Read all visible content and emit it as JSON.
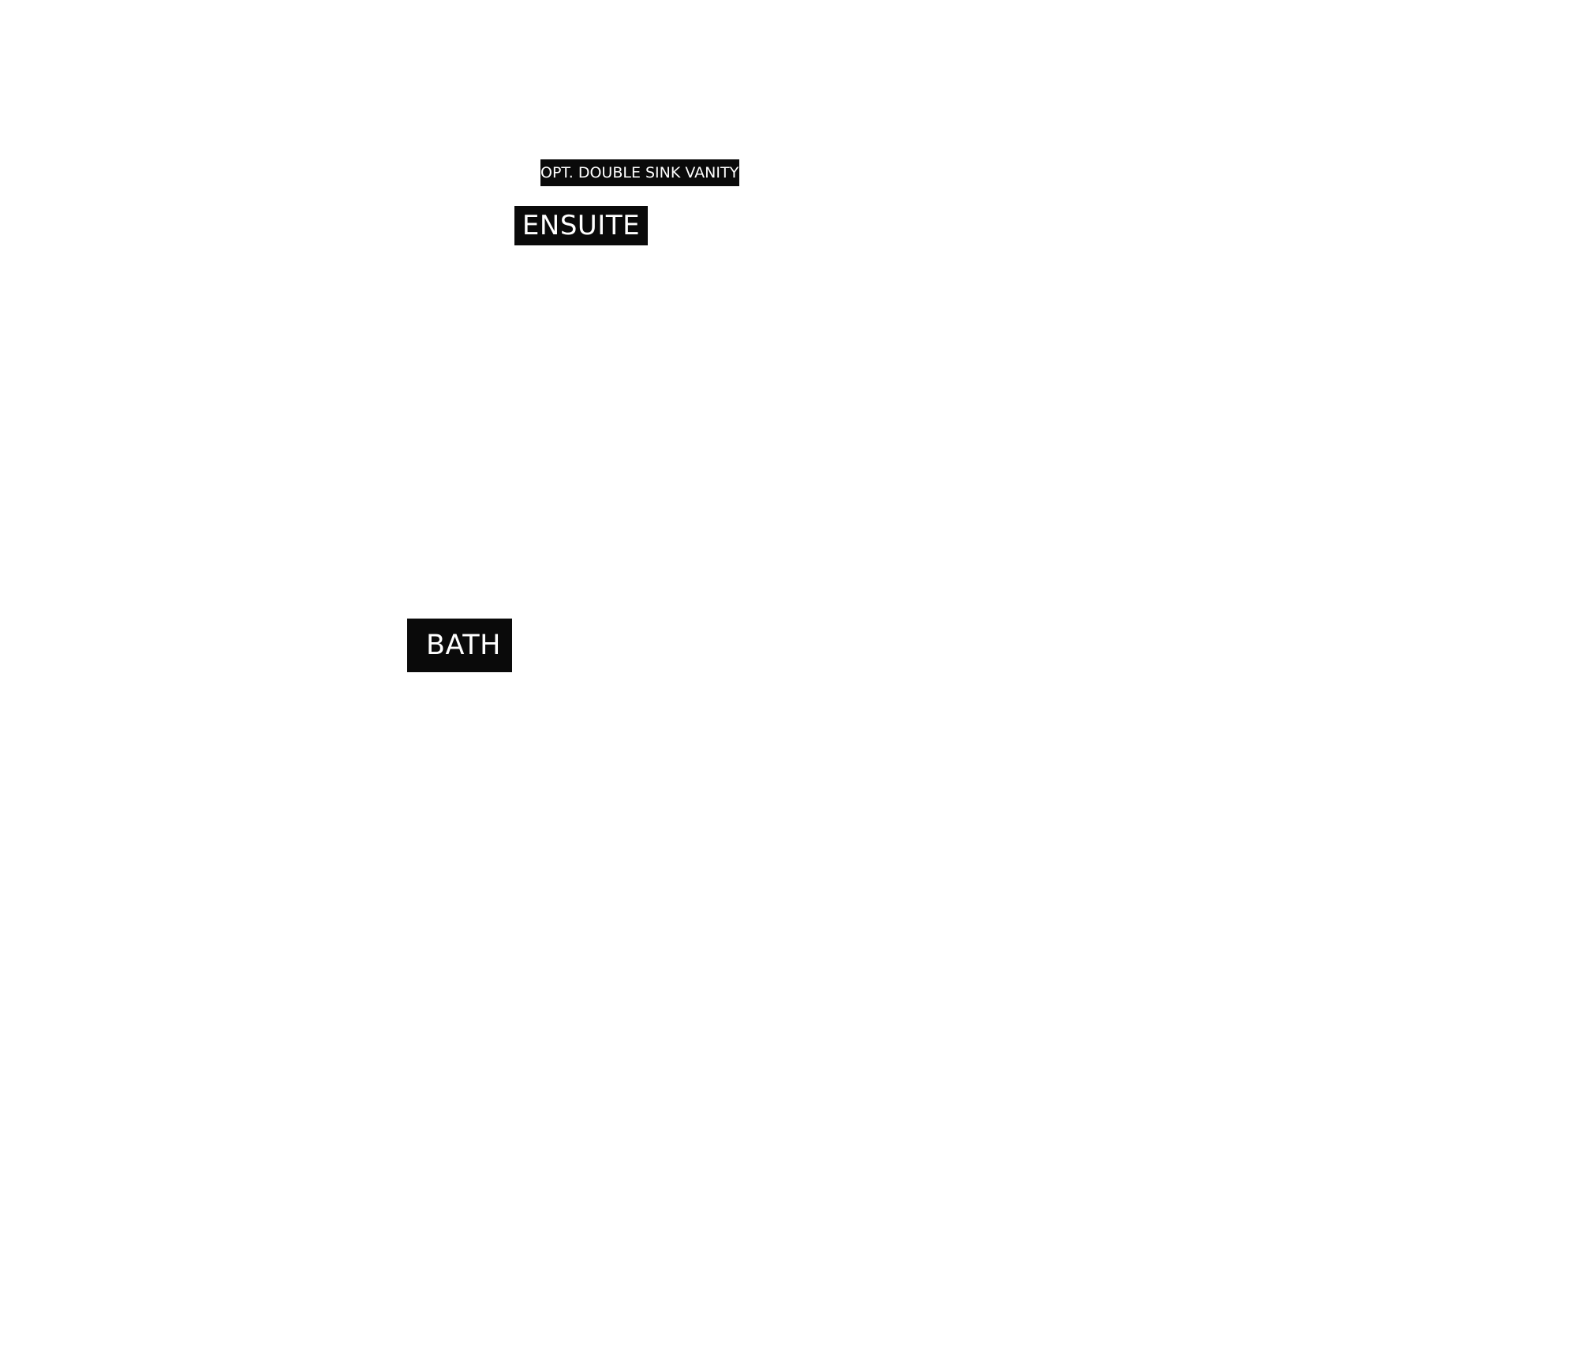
{
  "labels": {
    "vanity": "OPT. DOUBLE SINK VANITY",
    "ensuite": "ENSUITE",
    "bath": "BATH"
  },
  "colors": {
    "background": "#ffffff",
    "label_fill": "#0a0a0a",
    "label_text": "#ffffff"
  }
}
